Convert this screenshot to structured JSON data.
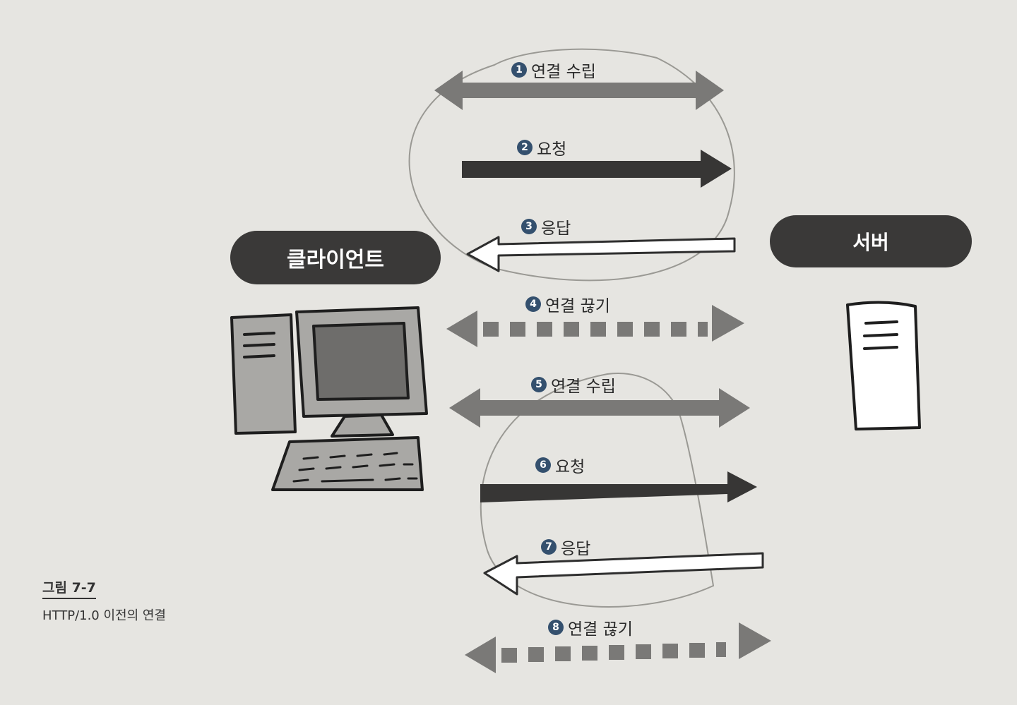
{
  "nodes": {
    "client_label": "클라이언트",
    "server_label": "서버"
  },
  "steps": [
    {
      "num": "1",
      "label": "연결 수립"
    },
    {
      "num": "2",
      "label": "요청"
    },
    {
      "num": "3",
      "label": "응답"
    },
    {
      "num": "4",
      "label": "연결 끊기"
    },
    {
      "num": "5",
      "label": "연결 수립"
    },
    {
      "num": "6",
      "label": "요청"
    },
    {
      "num": "7",
      "label": "응답"
    },
    {
      "num": "8",
      "label": "연결 끊기"
    }
  ],
  "caption": {
    "title": "그림 7-7",
    "text": "HTTP/1.0 이전의 연결"
  },
  "colors": {
    "background": "#e6e5e1",
    "pill": "#3a3938",
    "gray_arrow": "#7a7977",
    "dark_arrow": "#373635",
    "number_badge": "#34506e",
    "computer_fill": "#a9a8a5",
    "screen_fill": "#6e6d6b"
  }
}
